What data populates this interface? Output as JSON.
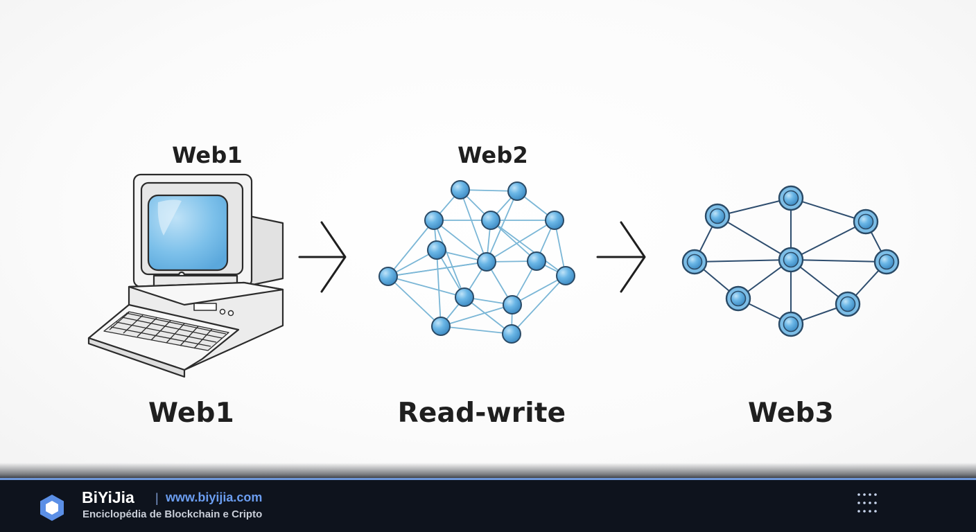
{
  "diagram": {
    "stages": [
      {
        "top_label": "Web1",
        "bottom_label": "Web1",
        "icon": "retro-computer-icon"
      },
      {
        "top_label": "Web2",
        "bottom_label": "Read-write",
        "icon": "dense-network-icon"
      },
      {
        "top_label": "",
        "bottom_label": "Web3",
        "icon": "hub-network-icon"
      }
    ],
    "arrow_icon": "chevron-right-arrow-icon"
  },
  "footer": {
    "brand": "BiYiJia",
    "separator": "|",
    "url": "www.biyijia.com",
    "tagline": "Enciclopédia de Blockchain e Cripto",
    "logo_icon": "hexagon-logo-icon",
    "menu_icon": "dots-grid-icon"
  },
  "colors": {
    "node_fill": "#5da9dc",
    "node_stroke": "#2a4a66",
    "web2_edges": "#6fb0d4",
    "web3_edges": "#2e4d6e",
    "footer_bg": "#0e131d",
    "accent": "#6b9df0"
  }
}
